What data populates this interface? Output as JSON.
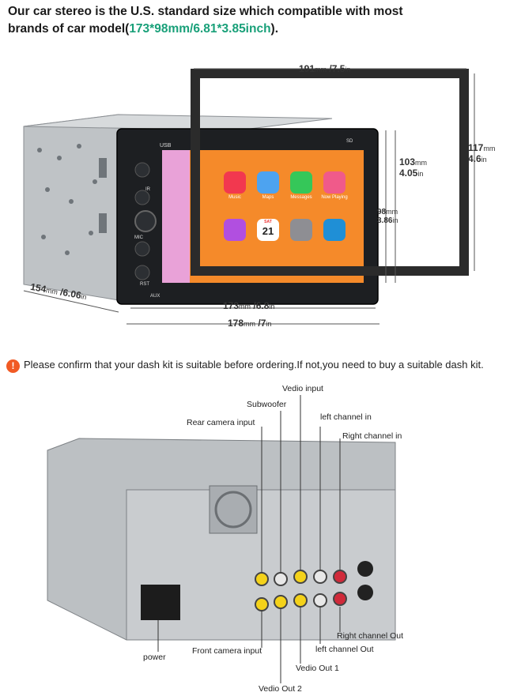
{
  "headline": {
    "line1": "Our car stereo is the U.S. standard size which compatible with most",
    "line2_prefix": "brands of car model(",
    "line2_highlight": "173*98mm/6.81*3.85inch",
    "line2_suffix": ")."
  },
  "dimensions": {
    "frame_width": {
      "value": "191",
      "unit": "mm",
      "sep": " /",
      "value2": "7.5",
      "unit2": "in"
    },
    "frame_height": {
      "value": "117",
      "unit": "mm",
      "value2": "4.6",
      "unit2": "in"
    },
    "screen_height": {
      "value": "103",
      "unit": "mm",
      "value2": "4.05",
      "unit2": "in"
    },
    "face_height": {
      "value": "98",
      "unit": "mm",
      "value2": "3.86",
      "unit2": "in"
    },
    "depth": {
      "value": "154",
      "unit": "mm",
      "sep": " /",
      "value2": "6.06",
      "unit2": "in"
    },
    "face_width": {
      "value": "173",
      "unit": "mm",
      "sep": " /",
      "value2": "6.8",
      "unit2": "in"
    },
    "total_width": {
      "value": "178",
      "unit": "mm",
      "sep": " /",
      "value2": "7",
      "unit2": "in"
    }
  },
  "stereo": {
    "usb_label": "USB",
    "ir_label": "IR",
    "mic_label": "MIC",
    "rst_label": "RST",
    "aux_label": "AUX",
    "sd_label": "SD",
    "apps": [
      {
        "name": "Music",
        "color": "#f2384f"
      },
      {
        "name": "Maps",
        "color": "#4da3f0"
      },
      {
        "name": "Messages",
        "color": "#35c759"
      },
      {
        "name": "Now Playing",
        "color": "#f05a8a"
      },
      {
        "name": "",
        "color": "#b14fe0"
      },
      {
        "name": "",
        "color": "#ffffff",
        "text": "21",
        "sub": "SAT"
      },
      {
        "name": "",
        "color": "#8e8e93"
      },
      {
        "name": "",
        "color": "#1f8fd6"
      }
    ]
  },
  "warning": {
    "icon": "exclamation-icon",
    "text": "Please confirm that your dash kit is suitable before ordering.If not,you need to buy a suitable dash kit."
  },
  "rear_labels": {
    "vedio_input": "Vedio input",
    "subwoofer": "Subwoofer",
    "left_channel_in": "left channel in",
    "rear_camera_input": "Rear camera input",
    "right_channel_in": "Right channel in",
    "right_channel_out": "Right channel Out",
    "left_channel_out": "left channel Out",
    "front_camera_input": "Front camera input",
    "vedio_out_1": "Vedio Out 1",
    "vedio_out_2": "Vedio Out 2",
    "power": "power"
  }
}
